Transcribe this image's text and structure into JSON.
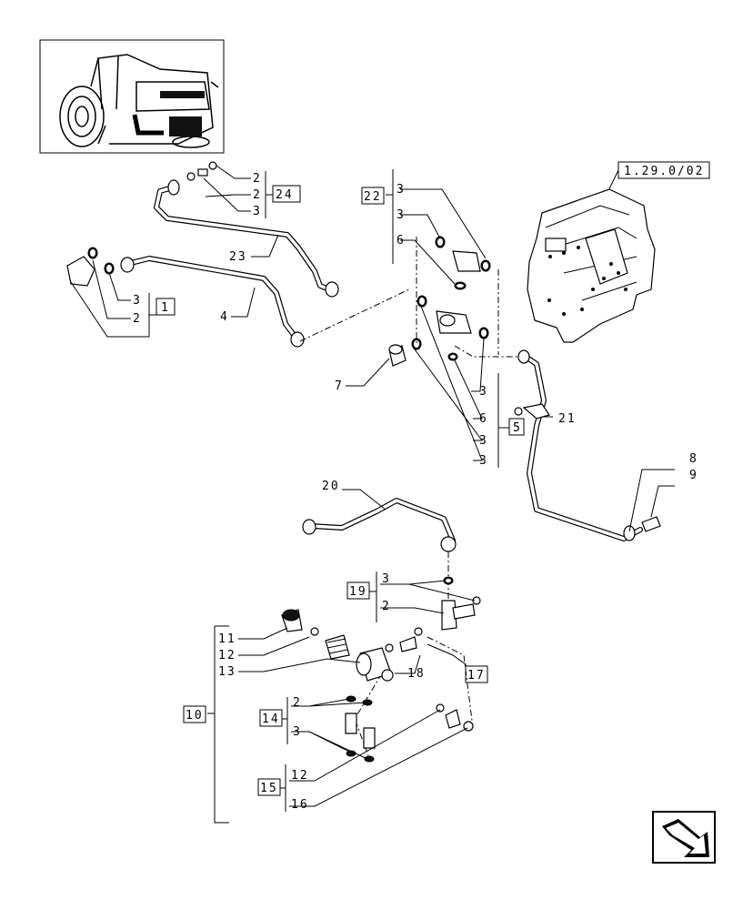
{
  "labels": {
    "l1": "1",
    "l2a": "2",
    "l2b": "2",
    "l2c": "2",
    "l2d": "2",
    "l3a": "3",
    "l3b": "3",
    "l3c": "3",
    "l3d": "3",
    "l3e": "3",
    "l3f": "3",
    "l3g": "3",
    "l3h": "3",
    "l3i": "3",
    "l4": "4",
    "l5": "5",
    "l6a": "6",
    "l6b": "6",
    "l7": "7",
    "l8": "8",
    "l9": "9",
    "l10": "10",
    "l11": "11",
    "l12a": "12",
    "l12b": "12",
    "l13": "13",
    "l14": "14",
    "l15": "15",
    "l16": "16",
    "l17": "17",
    "l18": "18",
    "l19": "19",
    "l20": "20",
    "l21": "21",
    "l22": "22",
    "l23": "23",
    "l24": "24"
  },
  "reference": "1.29.0/02",
  "icons": {
    "thumbnail": "tractor-thumbnail-icon",
    "navigation": "next-page-arrow-icon"
  }
}
